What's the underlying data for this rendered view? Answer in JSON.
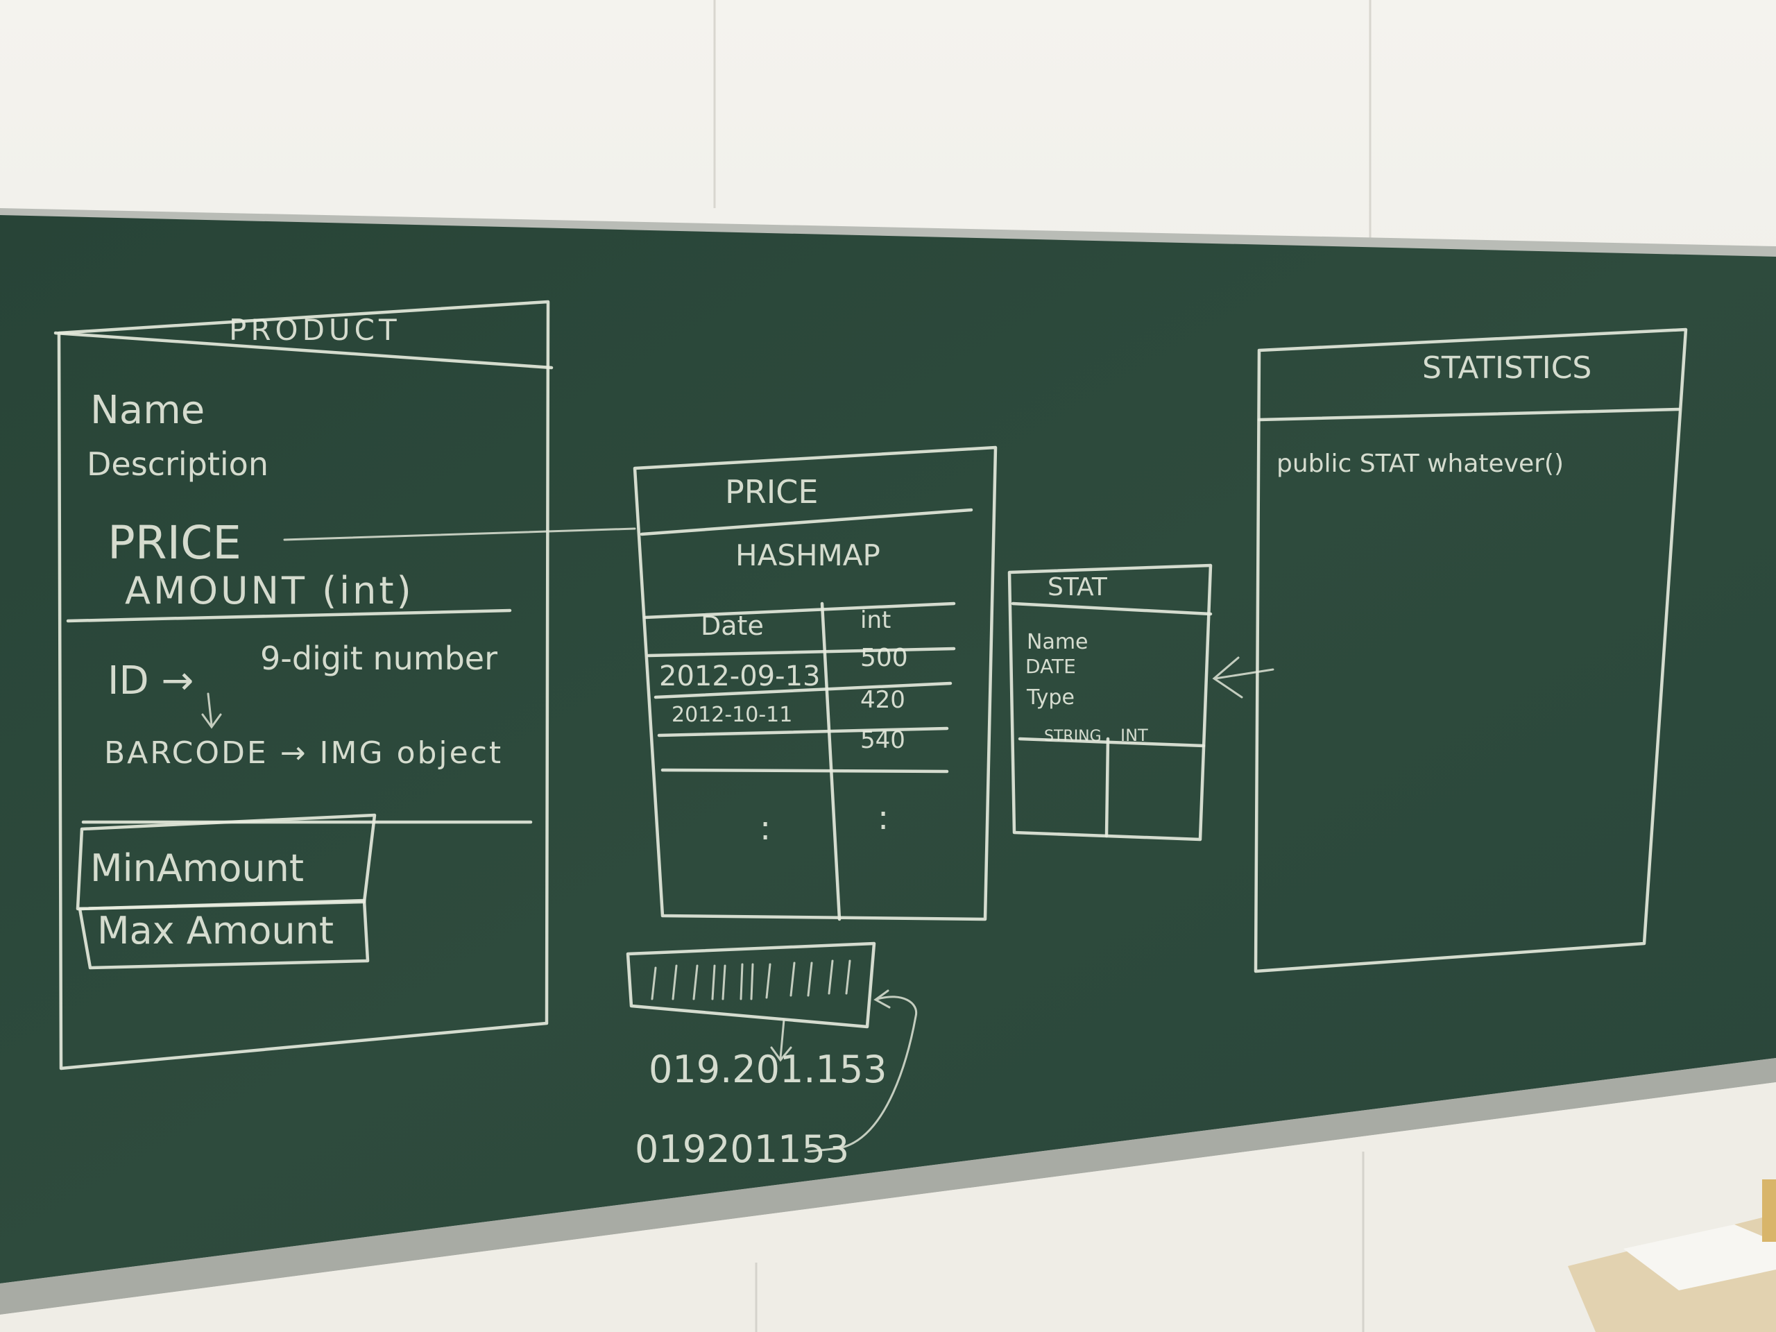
{
  "product": {
    "title": "PRODUCT",
    "fields": [
      "Name",
      "Description"
    ],
    "price_field": "PRICE",
    "amount_field": "AMOUNT (int)",
    "id_label": "ID →",
    "id_note": "9-digit number",
    "barcode_label": "BARCODE → IMG object",
    "min_amount": "MinAmount",
    "max_amount": "Max Amount"
  },
  "price": {
    "title": "PRICE",
    "subtitle": "HASHMAP",
    "col_date": "Date",
    "col_int": "int",
    "rows": [
      {
        "date": "2012-09-13",
        "value": "500"
      },
      {
        "date": "2012-10-11",
        "value": "420"
      },
      {
        "date": "",
        "value": "540"
      }
    ],
    "ellipsis": ":"
  },
  "barcode": {
    "number_split": "019.201.153",
    "number_joined": "019201153"
  },
  "stat": {
    "title": "STAT",
    "fields": [
      "Name",
      "DATE",
      "Type"
    ],
    "col_string": "STRING",
    "col_int": "INT"
  },
  "statistics": {
    "title": "STATISTICS",
    "method": "public STAT whatever()"
  },
  "colors": {
    "board": "#2c4a3c",
    "chalk": "#e8ecdf",
    "wall": "#f2f1ec"
  }
}
